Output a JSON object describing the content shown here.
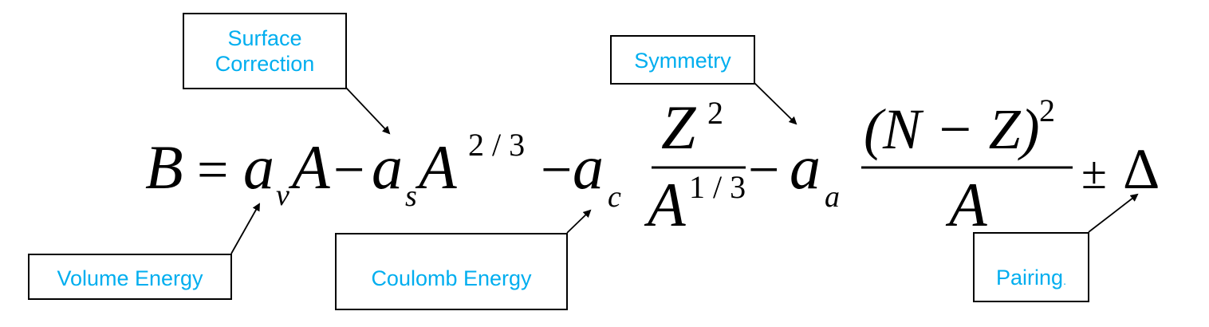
{
  "callouts": {
    "surface": {
      "line1": "Surface",
      "line2": "Correction"
    },
    "symmetry": "Symmetry",
    "volume": "Volume Energy",
    "coulomb": "Coulomb Energy",
    "pairing": {
      "text": "Pairing",
      "period": "."
    }
  },
  "formula": {
    "B": "B",
    "equals": "=",
    "a": "a",
    "v": "v",
    "A": "A",
    "minus": "−",
    "s": "s",
    "exp_two_thirds": "2 / 3",
    "c": "c",
    "Z": "Z",
    "two": "2",
    "exp_one_third": "1 / 3",
    "a_sub": "a",
    "N_minus_Z": "(N − Z)",
    "plus_minus": "±",
    "delta": "Δ"
  },
  "colors": {
    "callout_text": "#00aeef",
    "callout_border": "#000000",
    "formula": "#000000"
  }
}
